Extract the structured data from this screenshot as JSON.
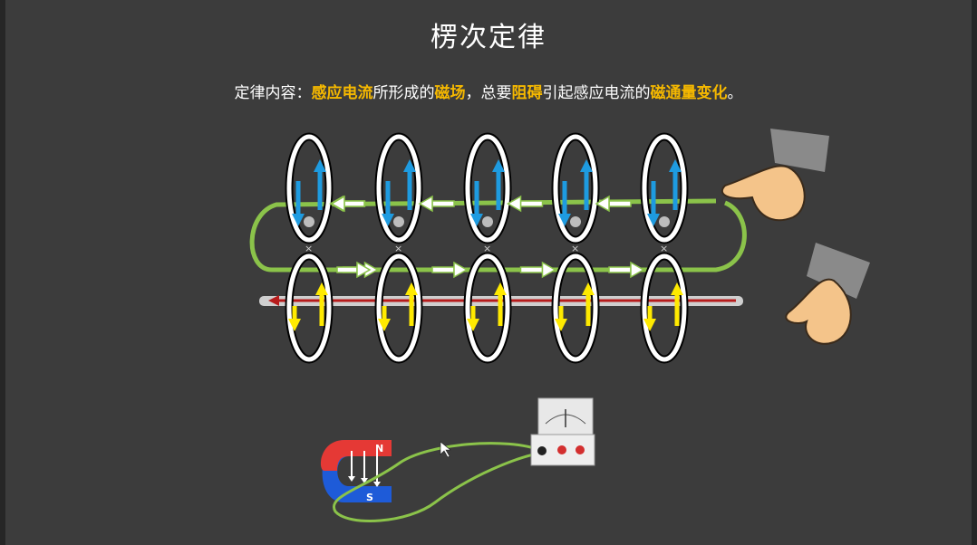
{
  "slide": {
    "title": "楞次定律",
    "law": {
      "prefix": "定律内容：",
      "h1": "感应电流",
      "t1": "所形成的",
      "h2": "磁场",
      "t2": "，总要",
      "h3": "阻碍",
      "t3": "引起感应电流的",
      "h4": "磁通量变化",
      "t4": "。"
    }
  },
  "colors": {
    "background": "#3c3c3c",
    "highlight": "#f5b800",
    "wire": "#8bc34a",
    "upper_field": "#1e9be0",
    "lower_field": "#ffea00",
    "straight_current": "#b71c1c",
    "magnet_north": "#e53935",
    "magnet_south": "#1e5bd8"
  },
  "magnet": {
    "north_label": "N",
    "south_label": "S"
  },
  "icons": [
    "coil-ring-icon",
    "pointing-hand-icon",
    "magnet-icon",
    "galvanometer-icon",
    "cursor-icon"
  ]
}
